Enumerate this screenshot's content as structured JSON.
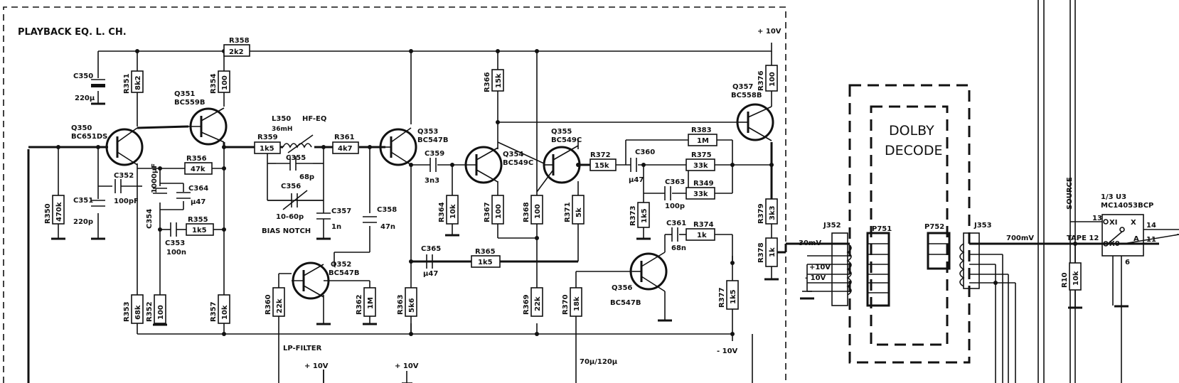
{
  "title": "PLAYBACK EQ. L. CH.",
  "rails": {
    "pos_top": "+ 10V",
    "neg": "- 10V",
    "pos_a": "+ 10V",
    "pos_b": "+ 10V",
    "pos_conn": "+10V",
    "neg_conn": "- 10V"
  },
  "notes": {
    "lp_filter": "LP-FILTER",
    "bias_notch": "BIAS NOTCH",
    "hf_eq": "HF-EQ",
    "tc": "70µ/120µ",
    "level_in": "30mV",
    "level_out": "700mV",
    "source": "SOURCE",
    "tape": "TAPE 12"
  },
  "dolby": {
    "line1": "DOLBY",
    "line2": "DECODE"
  },
  "transistors": [
    {
      "ref": "Q350",
      "type": "BC651DS"
    },
    {
      "ref": "Q351",
      "type": "BC559B"
    },
    {
      "ref": "Q352",
      "type": "BC547B"
    },
    {
      "ref": "Q353",
      "type": "BC547B"
    },
    {
      "ref": "Q354",
      "type": "BC549C"
    },
    {
      "ref": "Q355",
      "type": "BC549C"
    },
    {
      "ref": "Q356",
      "type": "BC547B"
    },
    {
      "ref": "Q357",
      "type": "BC558B"
    }
  ],
  "resistors": [
    {
      "ref": "R358",
      "value": "2k2"
    },
    {
      "ref": "R351",
      "value": "8k2"
    },
    {
      "ref": "R354",
      "value": "100"
    },
    {
      "ref": "R359",
      "value": "1k5"
    },
    {
      "ref": "R361",
      "value": "4k7"
    },
    {
      "ref": "R356",
      "value": "47k"
    },
    {
      "ref": "R355",
      "value": "1k5"
    },
    {
      "ref": "R350",
      "value": "470k"
    },
    {
      "ref": "R353",
      "value": "68k"
    },
    {
      "ref": "R352",
      "value": "100"
    },
    {
      "ref": "R357",
      "value": "10k"
    },
    {
      "ref": "R360",
      "value": "22k"
    },
    {
      "ref": "R362",
      "value": "1M"
    },
    {
      "ref": "R363",
      "value": "5k6"
    },
    {
      "ref": "R366",
      "value": "15k"
    },
    {
      "ref": "R364",
      "value": "10k"
    },
    {
      "ref": "R367",
      "value": "100"
    },
    {
      "ref": "R368",
      "value": "100"
    },
    {
      "ref": "R365",
      "value": "1k5"
    },
    {
      "ref": "R369",
      "value": "22k"
    },
    {
      "ref": "R370",
      "value": "18k"
    },
    {
      "ref": "R371",
      "value": "5k"
    },
    {
      "ref": "R372",
      "value": "15k"
    },
    {
      "ref": "R373",
      "value": "1k5"
    },
    {
      "ref": "R383",
      "value": "1M"
    },
    {
      "ref": "R375",
      "value": "33k"
    },
    {
      "ref": "R349",
      "value": "33k"
    },
    {
      "ref": "R374",
      "value": "1k"
    },
    {
      "ref": "R376",
      "value": "100"
    },
    {
      "ref": "R379",
      "value": "3k3"
    },
    {
      "ref": "R378",
      "value": "1k"
    },
    {
      "ref": "R377",
      "value": "1k5"
    },
    {
      "ref": "R10",
      "value": "10k"
    }
  ],
  "capacitors": [
    {
      "ref": "C350",
      "value": "220µ"
    },
    {
      "ref": "C351",
      "value": "220p"
    },
    {
      "ref": "C352",
      "value": "100pF"
    },
    {
      "ref": "C354",
      "value": "1000µF"
    },
    {
      "ref": "C364",
      "value": "µ47"
    },
    {
      "ref": "C353",
      "value": "100n"
    },
    {
      "ref": "C355",
      "value": "68p"
    },
    {
      "ref": "C356",
      "value": "10-60p"
    },
    {
      "ref": "C357",
      "value": "1n"
    },
    {
      "ref": "C358",
      "value": "47n"
    },
    {
      "ref": "C359",
      "value": "3n3"
    },
    {
      "ref": "C365",
      "value": "µ47"
    },
    {
      "ref": "C360",
      "value": "µ47"
    },
    {
      "ref": "C363",
      "value": "100p"
    },
    {
      "ref": "C361",
      "value": "68n"
    }
  ],
  "inductor": {
    "ref": "L350",
    "value": "36mH"
  },
  "connectors": {
    "j352": "J352",
    "p751": "P751",
    "p752": "P752",
    "j353": "J353"
  },
  "ic": {
    "part": "1/3 U3",
    "name": "MC14053BCP",
    "p13": "13",
    "xi": "XI",
    "x0": "X0",
    "x": "X",
    "a": "A",
    "p14": "14",
    "p11": "11",
    "p6": "6"
  }
}
